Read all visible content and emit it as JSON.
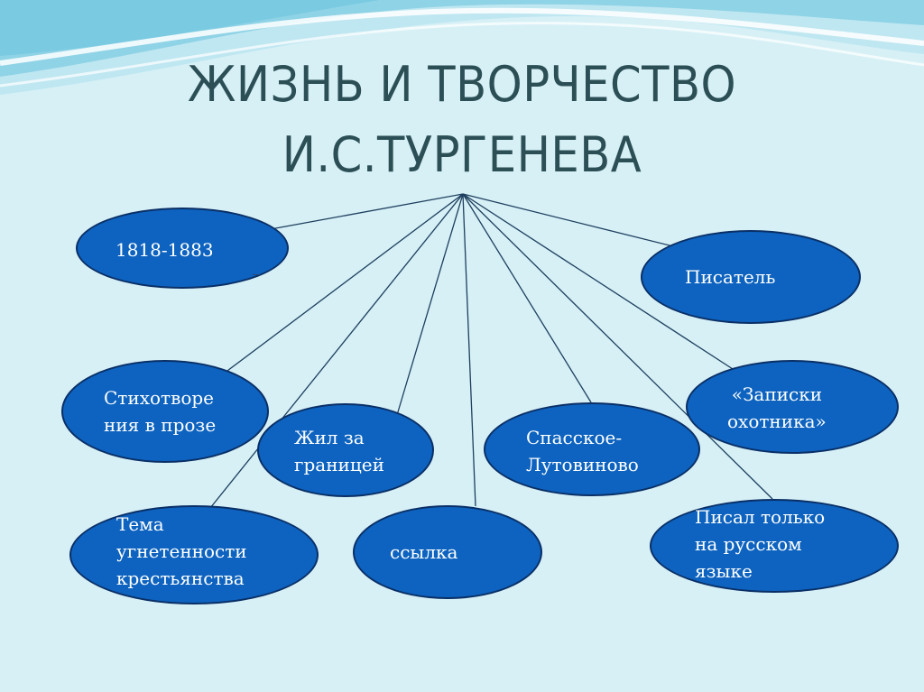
{
  "title": {
    "line1": "ЖИЗНЬ И ТВОРЧЕСТВО",
    "line2": "И.С.ТУРГЕНЕВА"
  },
  "nodes": {
    "years": "1818-1883",
    "writer": "Писатель",
    "prose_poems": "Стихотворе\nния в прозе",
    "lived_abroad": "Жил за\nграницей",
    "spasskoe": "Спасское-\nЛутовиново",
    "hunter_notes": "«Записки\nохотника»",
    "peasant_theme": "Тема\nугнетенности\nкрестьянства",
    "exile": "ссылка",
    "russian_only": "Писал только\nна русском\nязыке"
  },
  "colors": {
    "node_fill": "#0d63bf",
    "node_border": "#0a2f66",
    "background": "#d6f0f6",
    "title": "#2c4f56",
    "connector": "#1e3f5e"
  }
}
